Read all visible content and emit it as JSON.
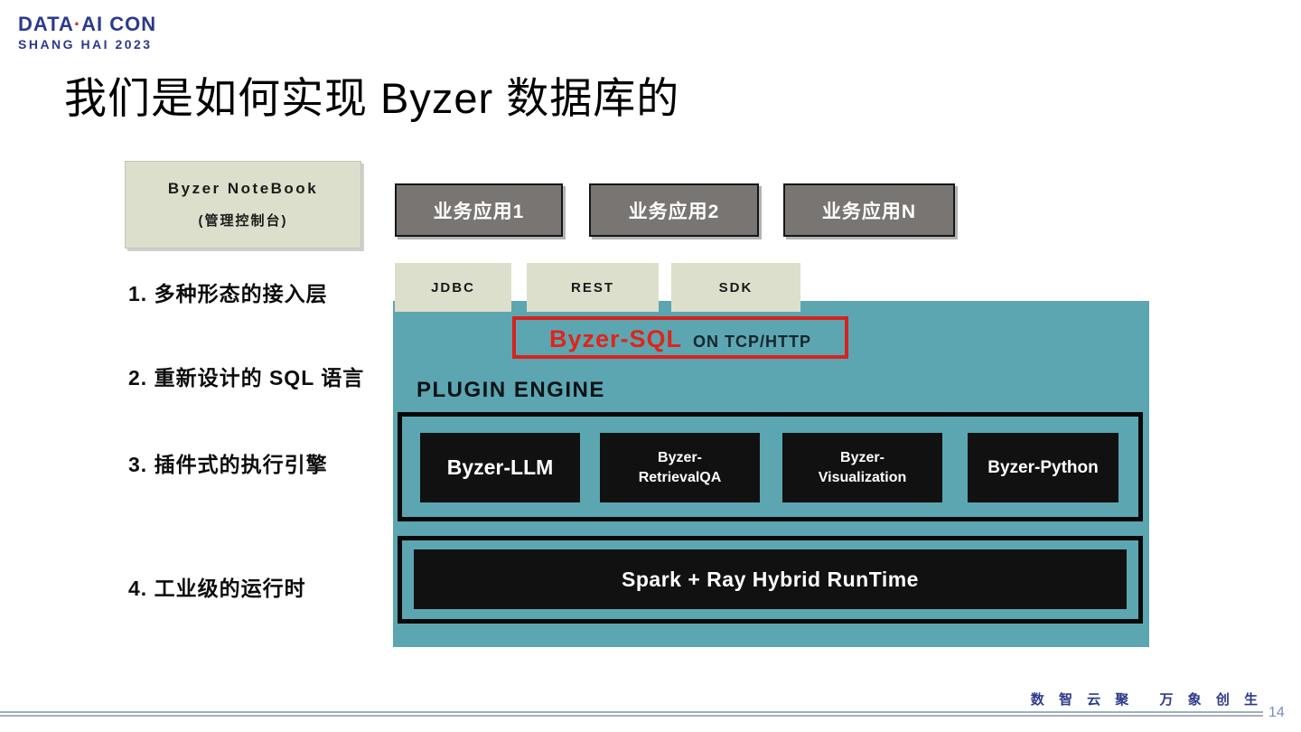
{
  "logo": {
    "part1": "DATA",
    "dot": "·",
    "part2": "AI CON",
    "line2": "SHANG HAI 2023"
  },
  "title": "我们是如何实现 Byzer 数据库的",
  "notebook": {
    "line1": "Byzer NoteBook",
    "line2": "(管理控制台)"
  },
  "apps": [
    {
      "label": "业务应用1"
    },
    {
      "label": "业务应用2"
    },
    {
      "label": "业务应用N"
    }
  ],
  "list_items": [
    {
      "label": "1. 多种形态的接入层"
    },
    {
      "label": "2. 重新设计的 SQL 语言"
    },
    {
      "label": "3. 插件式的执行引擎"
    },
    {
      "label": "4. 工业级的运行时"
    }
  ],
  "connectors": [
    {
      "label": "JDBC"
    },
    {
      "label": "REST"
    },
    {
      "label": "SDK"
    }
  ],
  "sql_box": {
    "name": "Byzer-SQL",
    "protocol": "ON TCP/HTTP"
  },
  "plugin_engine": {
    "label": "PLUGIN ENGINE",
    "plugins": [
      {
        "label": "Byzer-LLM"
      },
      {
        "label": "Byzer-\nRetrievalQA"
      },
      {
        "label": "Byzer-\nVisualization"
      },
      {
        "label": "Byzer-Python"
      }
    ]
  },
  "runtime": {
    "label": "Spark + Ray Hybrid RunTime"
  },
  "footer": {
    "slogan_part1": "数 智 云 聚",
    "slogan_part2": "万 象 创 生",
    "page_number": "14"
  },
  "colors": {
    "brand_blue": "#2b3990",
    "teal_panel": "#5ca6b2",
    "accent_red": "#d6231d",
    "box_beige": "#dcdfcb",
    "box_gray": "#797572",
    "box_black": "#111111"
  }
}
